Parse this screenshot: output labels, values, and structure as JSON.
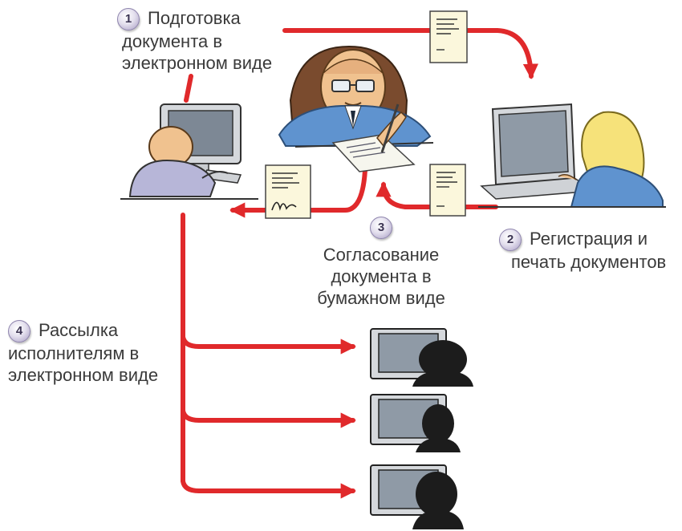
{
  "steps": [
    {
      "number": "1",
      "lines": [
        "Подготовка",
        "документа в",
        "электронном виде"
      ]
    },
    {
      "number": "2",
      "lines": [
        "Регистрация и",
        "печать документов"
      ]
    },
    {
      "number": "3",
      "lines": [
        "Согласование",
        "документа в",
        "бумажном виде"
      ]
    },
    {
      "number": "4",
      "lines": [
        "Рассылка",
        "исполнителям в",
        "электронном виде"
      ]
    }
  ],
  "colors": {
    "arrow": "#e0292b",
    "badge": "#b9b0d3",
    "monitor_screen": "#8f9aa6",
    "silhouette": "#1c1c1c",
    "shirt_clerk": "#b7b6d8",
    "shirt_boss": "#5f93cf",
    "hair_woman": "#f6e27a"
  },
  "icons": [
    "document-icon",
    "signed-document-icon",
    "computer-icon",
    "laptop-icon",
    "person-silhouette-icon"
  ]
}
